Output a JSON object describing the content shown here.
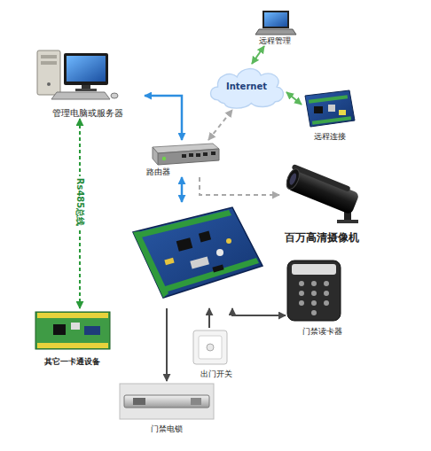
{
  "diagram": {
    "nodes": [
      {
        "text": [
          "管理电脑或服务器"
        ]
      },
      {
        "text": [
          "远程管理"
        ]
      },
      {
        "text": [
          "Internet"
        ]
      },
      {
        "text": [
          "远程连接"
        ]
      },
      {
        "text": [
          "路由器"
        ]
      },
      {
        "text": [
          "百万高清摄像机"
        ]
      },
      {
        "text": []
      },
      {
        "text": [
          "门禁读卡器"
        ]
      },
      {
        "text": [
          "出门开关"
        ]
      },
      {
        "text": [
          "门禁电锁"
        ]
      },
      {
        "text": [
          "其它一卡通设备"
        ]
      }
    ],
    "edges": [
      {
        "from": 0,
        "to": 4,
        "arrow": "both"
      },
      {
        "from": 4,
        "to": 2,
        "arrow": "both"
      },
      {
        "from": 1,
        "to": 2,
        "arrow": "both"
      },
      {
        "from": 3,
        "to": 2,
        "arrow": "both"
      },
      {
        "from": 4,
        "to": 6,
        "arrow": "both"
      },
      {
        "from": 4,
        "to": 5,
        "arrow": "to"
      },
      {
        "from": 0,
        "to": 10,
        "label": "Rs485总线",
        "arrow": "both"
      },
      {
        "from": 6,
        "to": 9,
        "arrow": "to"
      },
      {
        "from": 8,
        "to": 6,
        "arrow": "to"
      },
      {
        "from": 6,
        "to": 7,
        "arrow": "both"
      }
    ]
  }
}
